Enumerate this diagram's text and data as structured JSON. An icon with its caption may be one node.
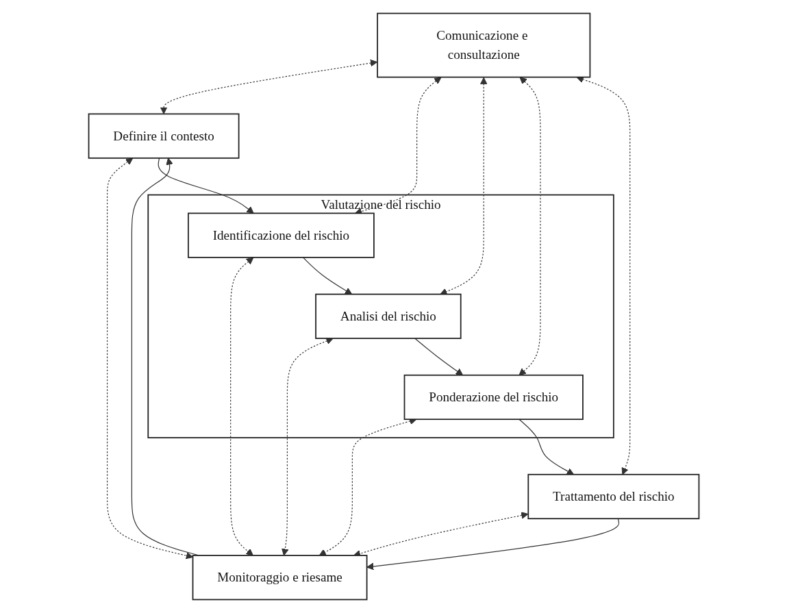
{
  "diagram": {
    "nodes": [
      {
        "text": [
          "Comunicazione e consultazione"
        ]
      },
      {
        "text": [
          "Definire il contesto"
        ]
      },
      {
        "text": [
          "Valutazione del rischio"
        ]
      },
      {
        "text": [
          "Identificazione del rischio"
        ],
        "in": 2
      },
      {
        "text": [
          "Analisi del rischio"
        ],
        "in": 2
      },
      {
        "text": [
          "Ponderazione del rischio"
        ],
        "in": 2
      },
      {
        "text": [
          "Trattamento del rischio"
        ]
      },
      {
        "text": [
          "Monitoraggio e riesame"
        ]
      }
    ],
    "edges": [
      {
        "from": 7,
        "to": 1,
        "arrow": "to"
      },
      {
        "from": 0,
        "to": 1,
        "arrow": "both",
        "style": "dashed"
      },
      {
        "from": 1,
        "to": 7,
        "arrow": "both",
        "style": "dashed"
      },
      {
        "from": 1,
        "to": 3,
        "arrow": "to"
      },
      {
        "from": 0,
        "to": 3,
        "arrow": "both",
        "style": "dashed"
      },
      {
        "from": 3,
        "to": 7,
        "arrow": "both",
        "style": "dashed"
      },
      {
        "from": 3,
        "to": 4,
        "arrow": "to"
      },
      {
        "from": 0,
        "to": 4,
        "arrow": "both",
        "style": "dashed"
      },
      {
        "from": 4,
        "to": 7,
        "arrow": "both",
        "style": "dashed"
      },
      {
        "from": 4,
        "to": 5,
        "arrow": "to"
      },
      {
        "from": 0,
        "to": 5,
        "arrow": "both",
        "style": "dashed"
      },
      {
        "from": 5,
        "to": 7,
        "arrow": "both",
        "style": "dashed"
      },
      {
        "from": 5,
        "to": 6,
        "arrow": "to"
      },
      {
        "from": 0,
        "to": 6,
        "arrow": "both",
        "style": "dashed"
      },
      {
        "from": 6,
        "to": 7,
        "arrow": "both",
        "style": "dashed"
      },
      {
        "from": 6,
        "to": 7,
        "arrow": "to"
      }
    ]
  }
}
